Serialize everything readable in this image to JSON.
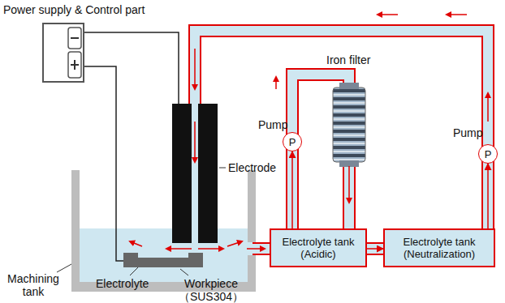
{
  "diagram": {
    "nodes": [
      {
        "text": [
          "Power supply & Control part"
        ]
      },
      {
        "text": [
          "Electrolyte tank (Acidic)"
        ]
      },
      {
        "text": [
          "Electrolyte tank (Neutralization)"
        ]
      },
      {
        "text": [
          "P"
        ]
      },
      {
        "text": [
          "P"
        ]
      }
    ],
    "edges": [
      {
        "from": 1,
        "to": 3,
        "arrow": "to"
      },
      {
        "from": 2,
        "to": 4,
        "arrow": "to"
      },
      {
        "from": 1,
        "to": 2,
        "arrow": "to"
      }
    ],
    "labels": [
      "Electrode",
      "Iron filter",
      "Pump",
      "Pump",
      "Machining tank",
      "Electrolyte",
      "Workpiece （SUS304）"
    ]
  }
}
